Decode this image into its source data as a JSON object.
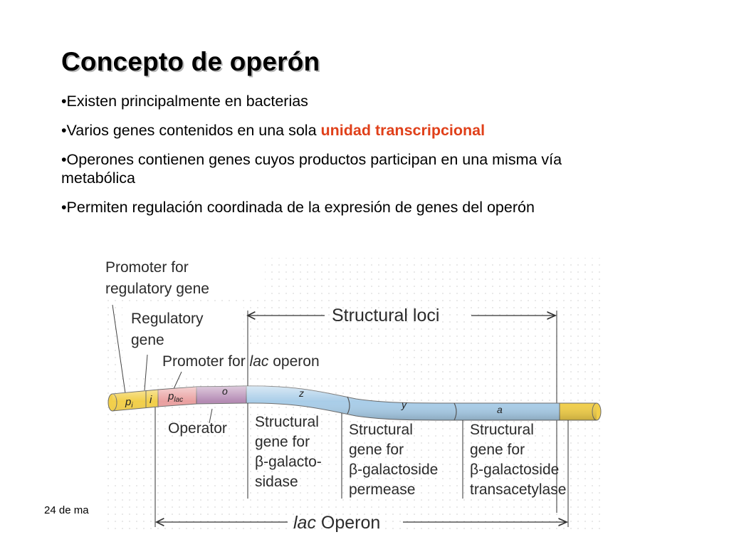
{
  "slide": {
    "title": "Concepto de operón",
    "bullets": [
      {
        "text": "•Existen principalmente en bacterias"
      },
      {
        "pre": "•Varios genes contenidos en una sola ",
        "highlight": "unidad transcripcional"
      },
      {
        "text": "•Operones contienen genes cuyos productos participan en una misma vía metabólica"
      },
      {
        "text": "•Permiten regulación coordinada de la expresión de genes del operón"
      }
    ],
    "footer_date": "24 de ma"
  },
  "diagram": {
    "labels": {
      "promoter_regulatory_line1": "Promoter for",
      "promoter_regulatory_line2": "regulatory gene",
      "regulatory_gene_line1": "Regulatory",
      "regulatory_gene_line2": "gene",
      "promoter_lac_pre": "Promoter for ",
      "promoter_lac_italic": "lac",
      "promoter_lac_post": " operon",
      "structural_loci": "Structural loci",
      "operator": "Operator",
      "z_line1": "Structural",
      "z_line2": "gene for",
      "z_line3": "β-galacto-",
      "z_line4": "sidase",
      "y_line1": "Structural",
      "y_line2": "gene for",
      "y_line3": "β-galactoside",
      "y_line4": "permease",
      "a_line1": "Structural",
      "a_line2": "gene for",
      "a_line3": "β-galactoside",
      "a_line4": "transacetylase",
      "lac_operon_italic": "lac",
      "lac_operon_post": " Operon"
    },
    "segments": {
      "pi_main": "p",
      "pi_sub": "i",
      "i": "i",
      "plac_main": "p",
      "plac_sub": "lac",
      "o": "o",
      "z": "z",
      "y": "y",
      "a": "a"
    },
    "colors": {
      "promoter_yellow": "#f2cf4a",
      "plac_pink": "#e9a0a0",
      "operator_purple": "#b58bb4",
      "structural_blue": "#a9cde8",
      "highlight_red": "#e0401a"
    }
  }
}
